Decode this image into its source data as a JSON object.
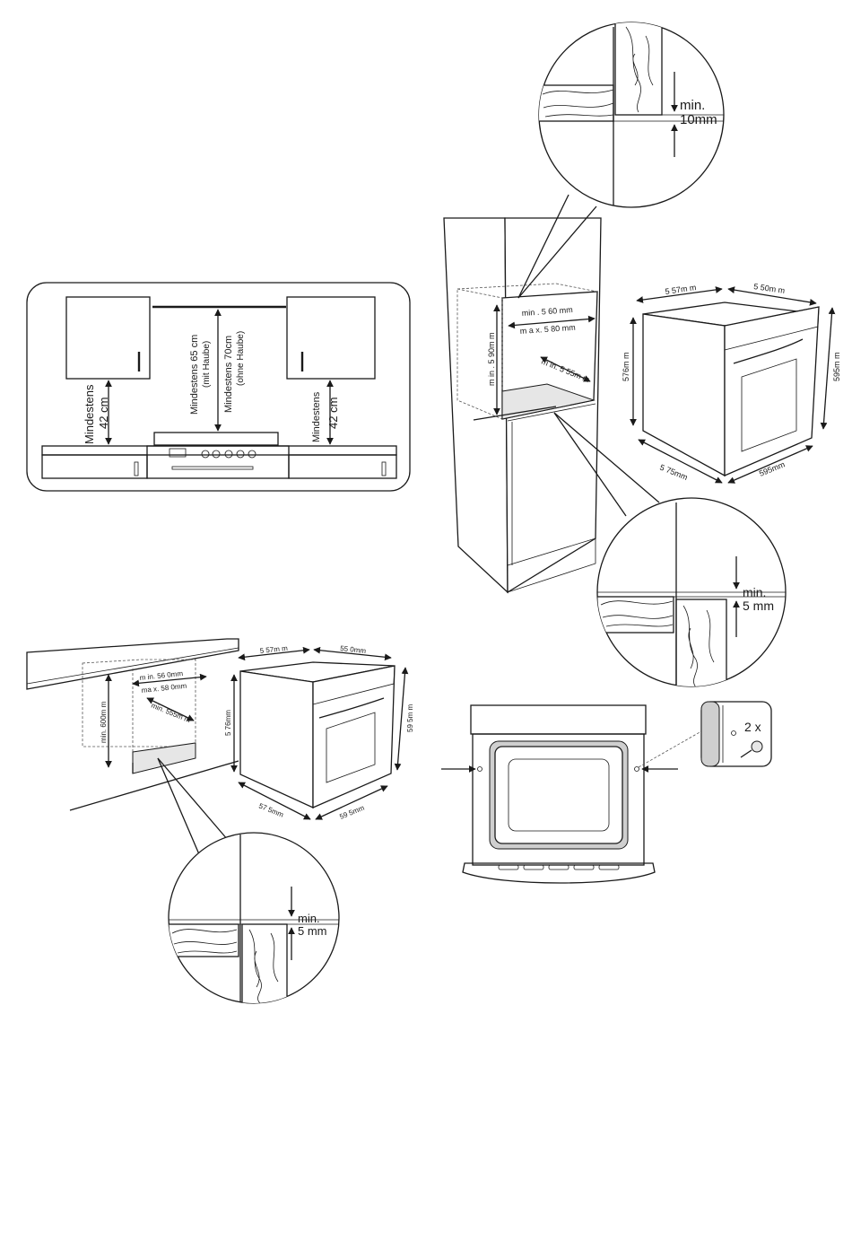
{
  "hob_clearance": {
    "left_height": "Mindestens",
    "left_value": "42 cm",
    "center_with_hood": "Mindestens 65 cm",
    "center_with_hood_note": "(mit Haube)",
    "center_without_hood": "Mindestens 70cm",
    "center_without_hood_note": "(ohne Haube)",
    "right_height": "Mindestens",
    "right_value": "42 cm"
  },
  "tall_unit": {
    "niche_width_min": "min . 5 60 mm",
    "niche_width_max": "m a x. 5 80 mm",
    "niche_height_min": "m in . 5 90m m",
    "niche_depth_min": "m in. 5 55m m",
    "detail_gap_label": "min.",
    "detail_gap_value": "10mm"
  },
  "oven_dims_top": {
    "depth_body": "5 57m m",
    "depth_front": "5 50m m",
    "height_body": "576m m",
    "height_front": "595m m",
    "width_body": "5 75mm",
    "width_front": "595mm",
    "detail_gap_label": "min.",
    "detail_gap_value": "5  mm"
  },
  "undercounter": {
    "niche_width_min": "m in. 56 0mm",
    "niche_width_max": "ma x. 58 0mm",
    "niche_depth_min": "min.  555m m",
    "niche_height_min": "min.  600m m",
    "depth_body": "5 57m m",
    "depth_front": "55 0mm",
    "height_body": "5 76mm",
    "height_front": "59 5m m",
    "width_body": "57 5mm",
    "width_front": "59 5mm",
    "detail_gap_label": "min.",
    "detail_gap_value": "5  mm"
  },
  "fixing": {
    "screw_count": "2 x"
  }
}
